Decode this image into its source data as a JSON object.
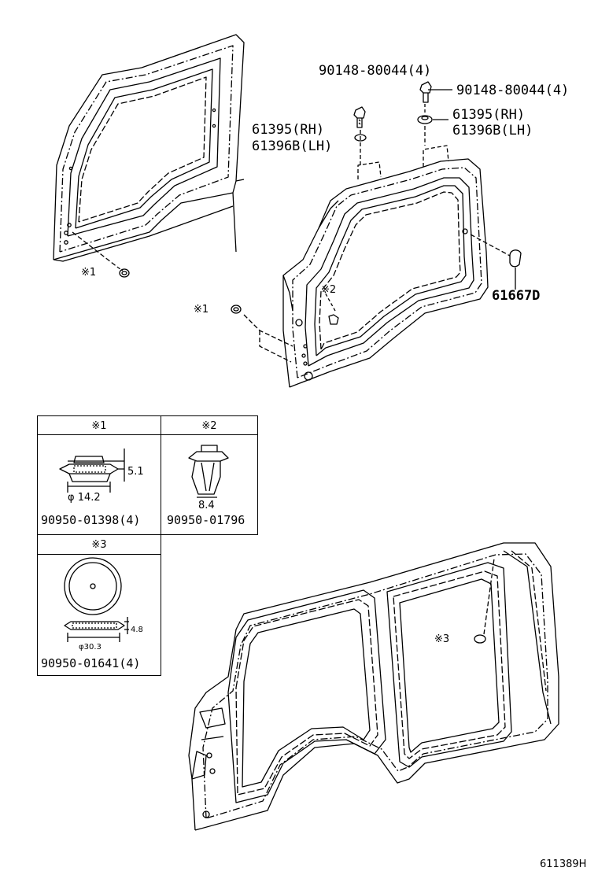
{
  "parts": {
    "bolt_left": "90148-80044(4)",
    "bolt_right": "90148-80044(4)",
    "plug_left_rh": "61395(RH)",
    "plug_left_lh": "61396B(LH)",
    "plug_right_rh": "61395(RH)",
    "plug_right_lh": "61396B(LH)",
    "cap": "61667D"
  },
  "refs": {
    "m1_top": "※1",
    "m1_mid": "※1",
    "m2": "※2",
    "m3": "※3"
  },
  "table": {
    "h1": "※1",
    "h2": "※2",
    "h3": "※3",
    "c1_dim_h": "5.1",
    "c1_dim_d": "φ 14.2",
    "c1_part": "90950-01398(4)",
    "c2_dim": "8.4",
    "c2_part": "90950-01796",
    "c3_dim_h": "4.8",
    "c3_dim_d": "φ30.3",
    "c3_part": "90950-01641(4)"
  },
  "figure_id": "611389H"
}
